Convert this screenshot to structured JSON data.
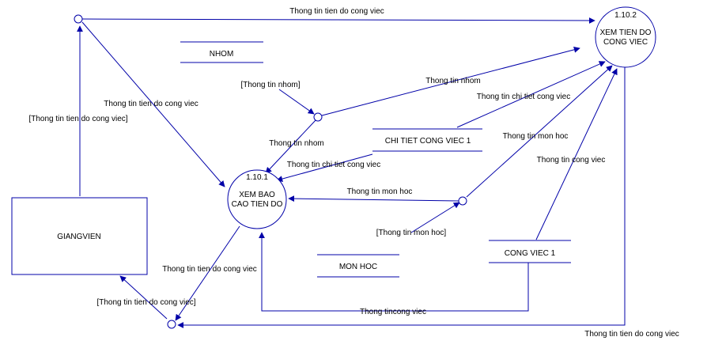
{
  "colors": {
    "line": "#0000a8",
    "text": "#000000",
    "background": "#ffffff"
  },
  "external_entities": {
    "giangvien": "GIANGVIEN"
  },
  "processes": {
    "p1": {
      "number": "1.10.1",
      "line1": "XEM BAO",
      "line2": "CAO TIEN DO"
    },
    "p2": {
      "number": "1.10.2",
      "line1": "XEM TIEN DO",
      "line2": "CONG VIEC"
    }
  },
  "data_stores": {
    "nhom": "NHOM",
    "chi_tiet": "CHI TIET CONG VIEC 1",
    "mon_hoc": "MON HOC",
    "cong_viec": "CONG VIEC 1"
  },
  "flows": {
    "top_to_p2": "Thong tin tien do cong viec",
    "gv_up": "[Thong tin tien do cong viec]",
    "top_to_p1": "Thong tin tien do cong viec",
    "nhom_down": "[Thong tin nhom]",
    "nhom_to_p2": "Thong tin nhom",
    "nhom_to_p1": "Thong tin nhom",
    "chitiet_to_p2": "Thong tin chi tiet cong viec",
    "chitiet_to_p1": "Thong tin chi tiet cong viec",
    "monhoc_to_p2": "Thong tin mon hoc",
    "monhoc_to_p1": "Thong tin mon hoc",
    "monhoc_up": "[Thong tin mon hoc]",
    "congviec_to_p2": "Thong tin cong viec",
    "congviec_to_p1": "Thong tincong viec",
    "p1_to_bottom": "Thong tin tien do cong viec",
    "bottom_to_gv": "[Thong tin tien do cong viec]",
    "p2_to_bottom": "Thong tin tien do cong viec"
  }
}
